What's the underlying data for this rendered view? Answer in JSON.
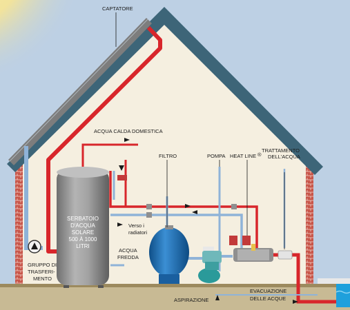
{
  "labels": {
    "captatore": "CAPTATORE",
    "acqua_calda": "ACQUA CALDA DOMESTICA",
    "filtro": "FILTRO",
    "pompa": "POMPA",
    "heat_line": "HEAT LINE",
    "heat_line_mark": "®",
    "trattamento_1": "TRATTAMENTO",
    "trattamento_2": "DELL'ACQUA",
    "tank_1": "SERBATOIO",
    "tank_2": "D'ACQUA",
    "tank_3": "SOLARE",
    "tank_4": "500 À 1000",
    "tank_5": "LITRI",
    "verso_1": "Verso i",
    "verso_2": "radiatori",
    "acqua_fredda_1": "ACQUA",
    "acqua_fredda_2": "FREDDA",
    "gruppo_1": "GRUPPO DI",
    "gruppo_2": "TRASFERI-",
    "gruppo_3": "MENTO",
    "aspirazione": "ASPIRAZIONE",
    "evacuazione_1": "EVACUAZIONE",
    "evacuazione_2": "DELLE ACQUE"
  },
  "colors": {
    "sky": "#bdd0e4",
    "wall": "#f5efe0",
    "roof": "#3d6578",
    "brick": "#c8564a",
    "ground": "#c8ba94",
    "hot_pipe": "#d8262b",
    "cold_pipe": "#8fb3d8",
    "tank": "#9c9c9c",
    "filter": "#1e6fb3",
    "pool_water": "#1ea0dc"
  }
}
